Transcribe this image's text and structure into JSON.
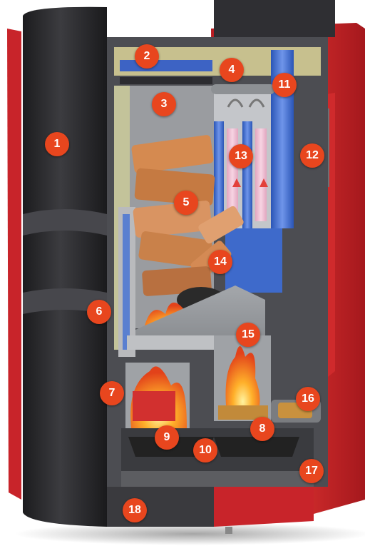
{
  "colors": {
    "marker": "#e8461e",
    "casing_red": "#d5262a",
    "casing_dark": "#2b2b2d",
    "chamber_grey": "#8e9094",
    "water_blue": "#3f6fd1",
    "flame": "#ff8a1c"
  },
  "diagram": {
    "subject": "wood-pellet-boiler-cutaway",
    "markers": [
      "1",
      "2",
      "3",
      "4",
      "5",
      "6",
      "7",
      "8",
      "9",
      "10",
      "11",
      "12",
      "13",
      "14",
      "15",
      "16",
      "17",
      "18"
    ]
  }
}
